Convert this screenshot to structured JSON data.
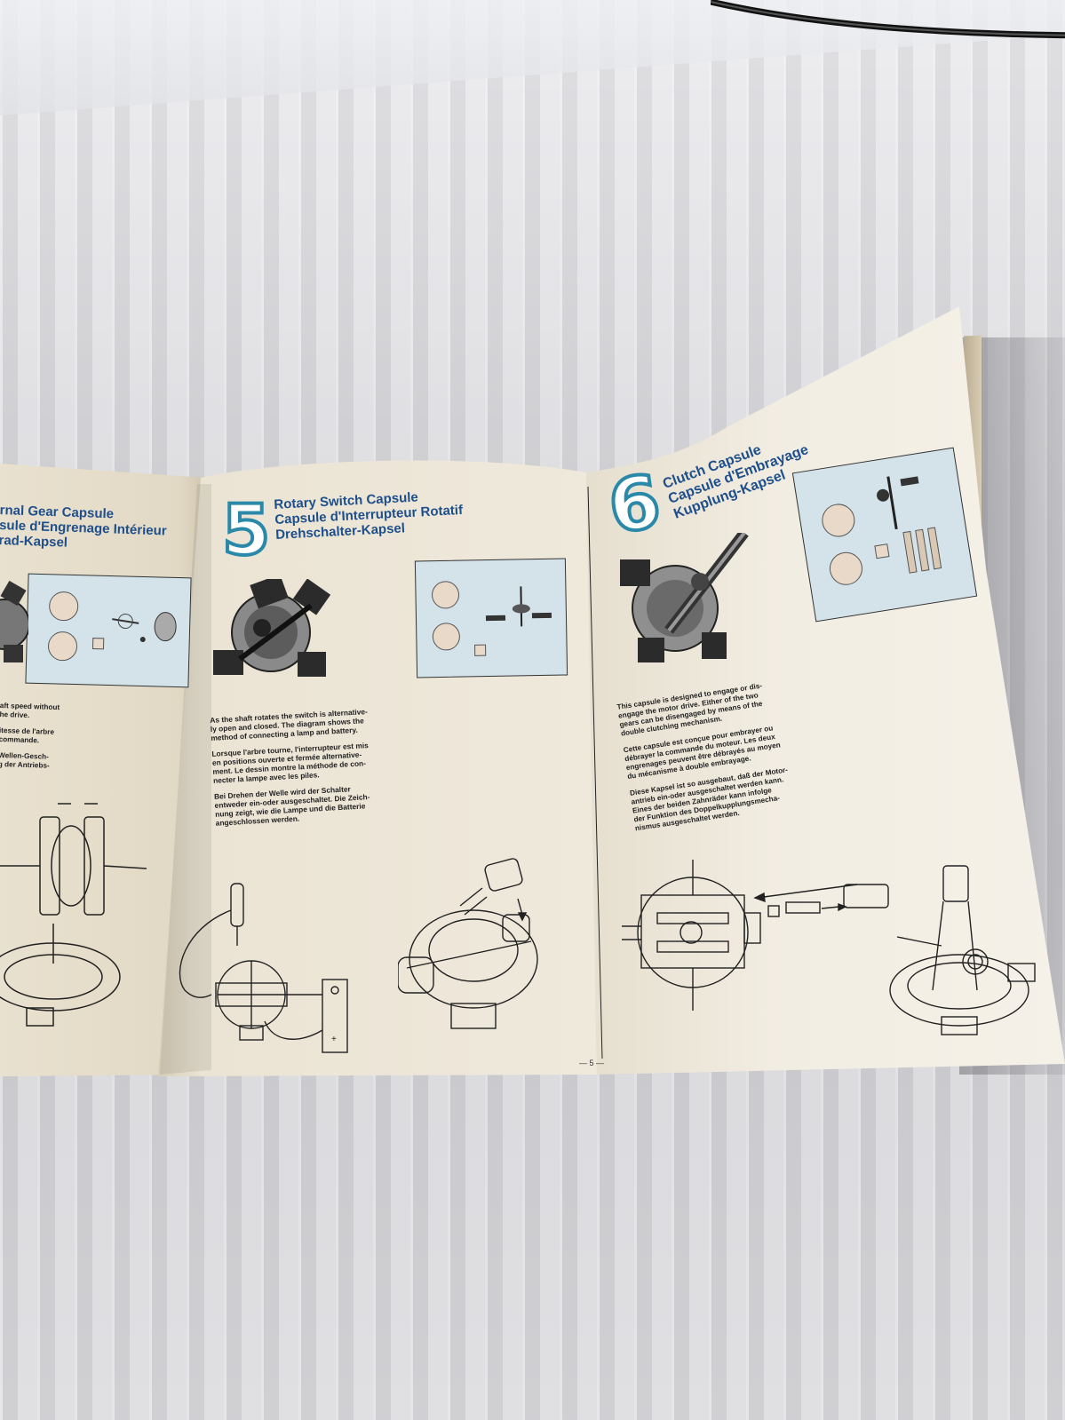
{
  "left_page": {
    "title_lines": [
      "rnal Gear Capsule",
      "sule d'Engrenage Intérieur",
      "rad-Kapsel"
    ],
    "body_lines": [
      "aft speed without",
      "he drive.",
      "",
      "itesse de l'arbre",
      "commande.",
      "",
      "Wellen-Gesch-",
      "g der Antriebs-"
    ]
  },
  "section5": {
    "number": "5",
    "title_lines": [
      "Rotary Switch Capsule",
      "Capsule d'Interrupteur Rotatif",
      "Drehschalter-Kapsel"
    ],
    "body_lines": [
      "As the shaft rotates the switch is alternative-",
      "ly open and closed.  The diagram shows the",
      "method of connecting a lamp and battery.",
      "",
      "Lorsque l'arbre tourne, l'interrupteur est mis",
      "en positions ouverte et fermée alternative-",
      "ment. Le dessin montre la méthode de con-",
      "necter la lampe avec les piles.",
      "",
      "Bei Drehen der Welle wird der Schalter",
      "entweder ein-oder ausgeschaltet. Die Zeich-",
      "nung zeigt, wie die Lampe und die Batterie",
      "angeschlossen werden."
    ]
  },
  "section6": {
    "number": "6",
    "title_lines": [
      "Clutch Capsule",
      "Capsule d'Embrayage",
      "Kupplung-Kapsel"
    ],
    "body_lines": [
      "This capsule is designed to engage or dis-",
      "engage the motor drive. Either of the two",
      "gears can be disengaged by means of the",
      "double clutching mechanism.",
      "",
      "Cette capsule est conçue pour embrayer ou",
      "débrayer la commande du moteur. Les deux",
      "engrenages peuvent être débrayés au moyen",
      "du mécanisme à double embrayage.",
      "",
      "Diese Kapsel ist so ausgebaut, daß der Motor-",
      "antrieb ein-oder ausgeschaltet werden kann.",
      "Eines der beiden Zahnräder kann infolge",
      "der Funktion des Doppelkupplungsmecha-",
      "nismus ausgeschaltet werden."
    ]
  },
  "page_number": "— 5 —",
  "colors": {
    "title_blue": "#1f4f8a",
    "number_teal": "#2a89a8",
    "paper": "#efe9dc",
    "photo_bg": "#d4e2ea"
  }
}
